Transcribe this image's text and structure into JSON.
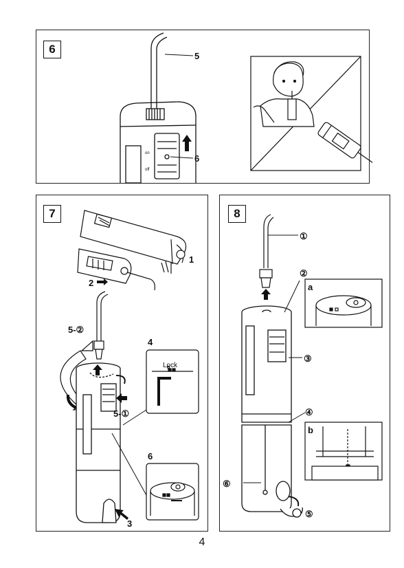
{
  "panels": {
    "p6": {
      "number": "6",
      "callouts": {
        "nozzle": "5",
        "switch": "6"
      },
      "switch_marks": {
        "on": "on",
        "off": "off"
      }
    },
    "p7": {
      "number": "7",
      "callouts": {
        "step1": "1",
        "step2": "2",
        "step3": "3",
        "step4": "4",
        "step6": "6",
        "sub5_2": "5-②",
        "sub5_1": "5-①"
      },
      "lock_label": "Lock"
    },
    "p8": {
      "number": "8",
      "callouts": {
        "c1": "①",
        "c2": "②",
        "c3": "③",
        "c4": "④",
        "c5": "⑤",
        "c6": "⑥"
      },
      "inset_a": "a",
      "inset_b": "b"
    }
  },
  "page_number": "4"
}
